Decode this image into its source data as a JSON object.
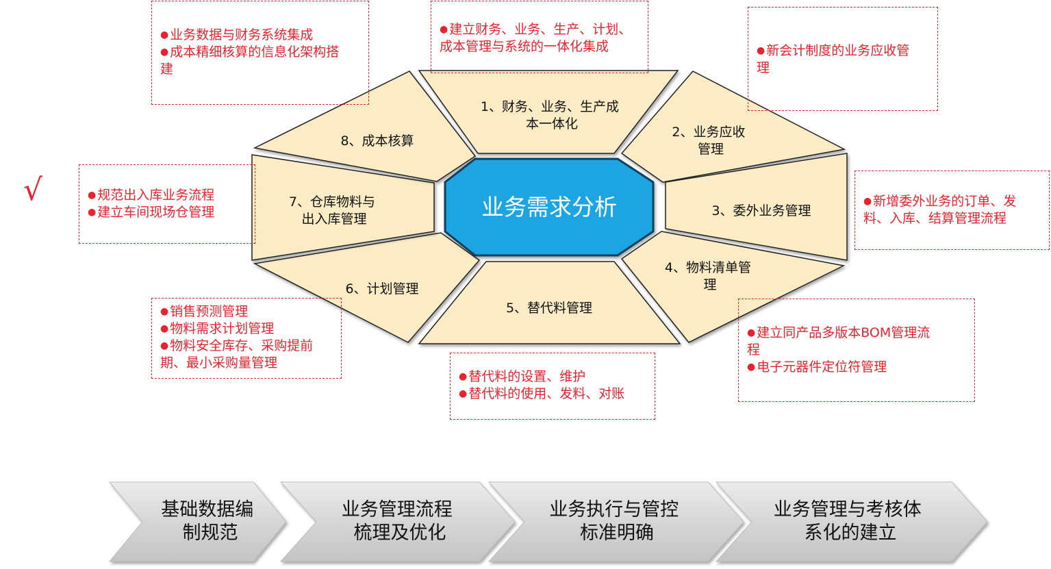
{
  "center": {
    "label": "业务需求分析",
    "color": "#1ba5e0"
  },
  "segment_fill": "#fcecc6",
  "segments": [
    {
      "lines": [
        "1、财务、业务、生产成",
        "本一体化"
      ]
    },
    {
      "lines": [
        "2、业务应收",
        "管理"
      ]
    },
    {
      "lines": [
        "3、委外业务管理"
      ]
    },
    {
      "lines": [
        "4、物料清单管",
        "理"
      ]
    },
    {
      "lines": [
        "5、替代料管理"
      ]
    },
    {
      "lines": [
        "6、计划管理"
      ]
    },
    {
      "lines": [
        "7、仓库物料与",
        "出入库管理"
      ]
    },
    {
      "lines": [
        "8、成本核算"
      ]
    }
  ],
  "notes": {
    "note_8": [
      "业务数据与财务系统集成",
      "成本精细核算的信息化架构搭",
      "建"
    ],
    "note_1": [
      "建立财务、业务、生产、计划、",
      "成本管理与系统的一体化集成"
    ],
    "note_2": [
      "新会计制度的业务应收管",
      "理"
    ],
    "note_7": [
      "规范出入库业务流程",
      "建立车间现场仓管理"
    ],
    "note_3": [
      "新增委外业务的订单、发",
      "料、入库、结算管理流程"
    ],
    "note_6": [
      "销售预测管理",
      "物料需求计划管理",
      "物料安全库存、采购提前",
      "期、最小采购量管理"
    ],
    "note_5": [
      "替代料的设置、维护",
      "替代料的使用、发料、对账"
    ],
    "note_4": [
      "建立同产品多版本BOM管理流",
      "程",
      "电子元器件定位符管理"
    ]
  },
  "bullet_starts": {
    "note_8": [
      0,
      1
    ],
    "note_1": [
      0
    ],
    "note_2": [
      0
    ],
    "note_7": [
      0,
      1
    ],
    "note_3": [
      0
    ],
    "note_6": [
      0,
      1,
      2
    ],
    "note_5": [
      0,
      1
    ],
    "note_4": [
      0,
      2
    ]
  },
  "check_mark": "√",
  "stages": [
    {
      "lines": [
        "基础数据编",
        "制规范"
      ]
    },
    {
      "lines": [
        "业务管理流程",
        "梳理及优化"
      ]
    },
    {
      "lines": [
        "业务执行与管控",
        "标准明确"
      ]
    },
    {
      "lines": [
        "业务管理与考核体",
        "系化的建立"
      ]
    }
  ],
  "stage_fill": "#d9d9d9"
}
